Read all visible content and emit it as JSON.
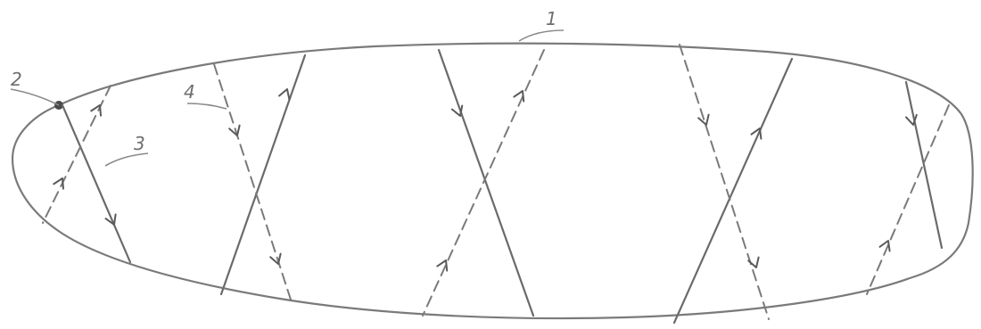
{
  "diagram": {
    "labels": [
      {
        "id": "1",
        "text": "1"
      },
      {
        "id": "2",
        "text": "2"
      },
      {
        "id": "3",
        "text": "3"
      },
      {
        "id": "4",
        "text": "4"
      }
    ],
    "stroke_color": "#7a7a7a",
    "dark_stroke_color": "#5a5a5a",
    "background_color": "#ffffff",
    "line_styles": [
      "solid",
      "dashed"
    ],
    "arrowhead_icon": "chevron-arrowhead"
  }
}
